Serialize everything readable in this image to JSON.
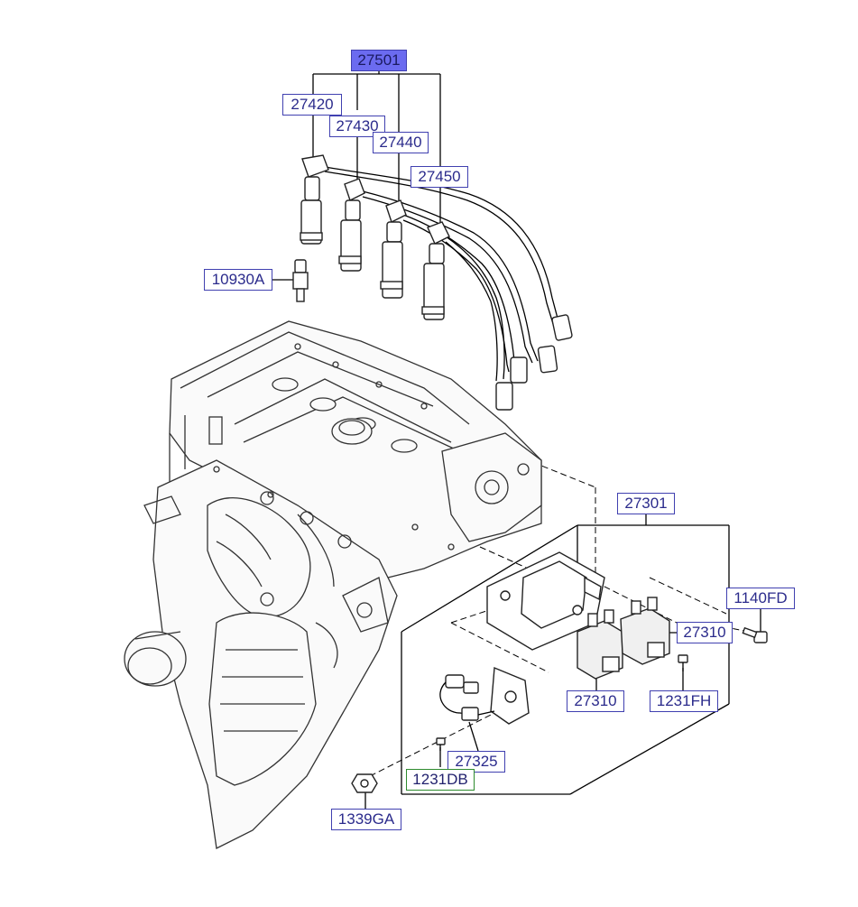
{
  "labels": {
    "l27501": "27501",
    "l27420": "27420",
    "l27430": "27430",
    "l27440": "27440",
    "l27450": "27450",
    "l10930A": "10930A",
    "l27301": "27301",
    "l1140FD": "1140FD",
    "l27310a": "27310",
    "l27310b": "27310",
    "l1231FH": "1231FH",
    "l27325": "27325",
    "l1231DB": "1231DB",
    "l1339GA": "1339GA"
  },
  "colors": {
    "label_border": "#4040b0",
    "label_text": "#2b2b8c",
    "highlight_fill": "#6b6bf0",
    "green_border": "#2e8b2e"
  }
}
